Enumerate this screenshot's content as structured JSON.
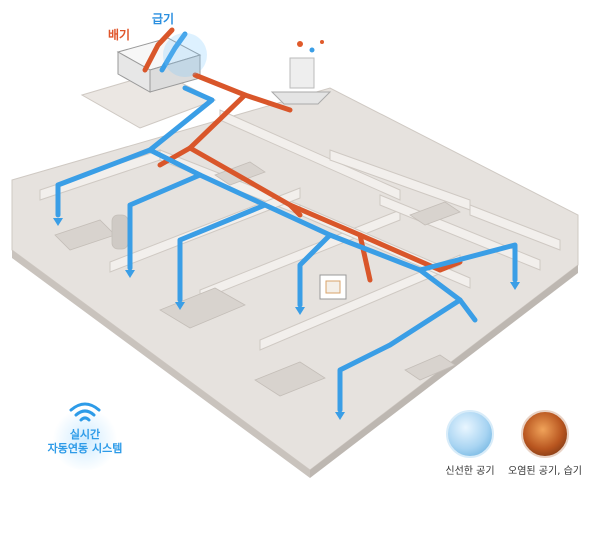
{
  "labels": {
    "exhaust": "배기",
    "supply": "급기"
  },
  "system": {
    "line1": "실시간",
    "line2": "자동연동 시스템"
  },
  "legend": {
    "fresh": "신선한 공기",
    "polluted": "오염된 공기, 습기"
  },
  "colors": {
    "fresh_air": "#3a9ee6",
    "polluted_air": "#d9562a",
    "walls": "#d9d4cf",
    "floor": "#e9e5e1"
  }
}
